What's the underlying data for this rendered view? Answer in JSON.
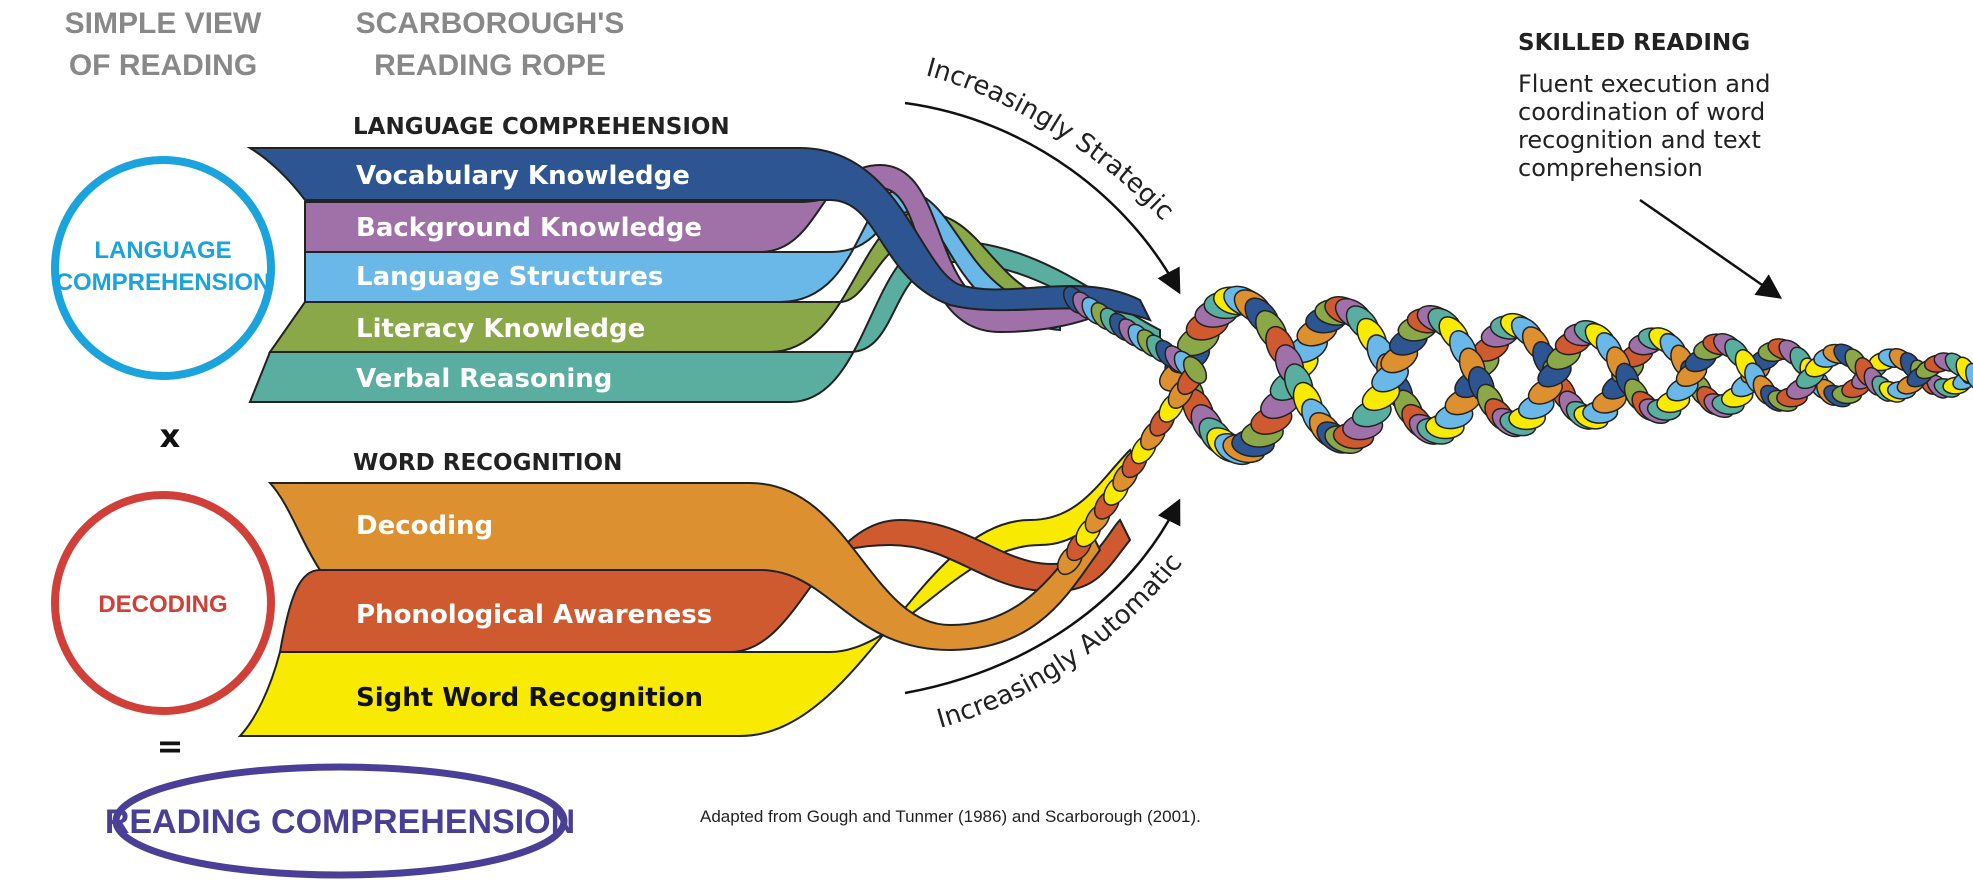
{
  "headers": {
    "simple_view_line1": "SIMPLE VIEW",
    "simple_view_line2": "OF READING",
    "rope_line1": "SCARBOROUGH'S",
    "rope_line2": "READING ROPE"
  },
  "language_comprehension": {
    "section_title": "LANGUAGE COMPREHENSION",
    "circle_line1": "LANGUAGE",
    "circle_line2": "COMPREHENSION",
    "circle_color": "#1aa3dd",
    "strands": [
      {
        "label": "Vocabulary Knowledge",
        "color": "#2d5591"
      },
      {
        "label": "Background Knowledge",
        "color": "#a070a8"
      },
      {
        "label": "Language Structures",
        "color": "#69b8e8"
      },
      {
        "label": "Literacy Knowledge",
        "color": "#8aa848"
      },
      {
        "label": "Verbal Reasoning",
        "color": "#5aaea0"
      }
    ]
  },
  "word_recognition": {
    "section_title": "WORD RECOGNITION",
    "circle_line1": "DECODING",
    "circle_color": "#d04038",
    "strands": [
      {
        "label": "Decoding",
        "color": "#dc9030"
      },
      {
        "label": "Phonological Awareness",
        "color": "#d05a30"
      },
      {
        "label": "Sight Word Recognition",
        "color": "#f8ea00"
      }
    ]
  },
  "operators": {
    "multiply": "x",
    "equals": "="
  },
  "result": {
    "label": "READING COMPREHENSION",
    "color": "#4a3f96"
  },
  "arrows": {
    "upper": "Increasingly Strategic",
    "lower": "Increasingly Automatic"
  },
  "skilled_reading": {
    "title": "SKILLED READING",
    "lines": [
      "Fluent execution and",
      "coordination of word",
      "recognition and text",
      "comprehension"
    ]
  },
  "caption": "Adapted from Gough and Tunmer (1986) and Scarborough (2001)."
}
